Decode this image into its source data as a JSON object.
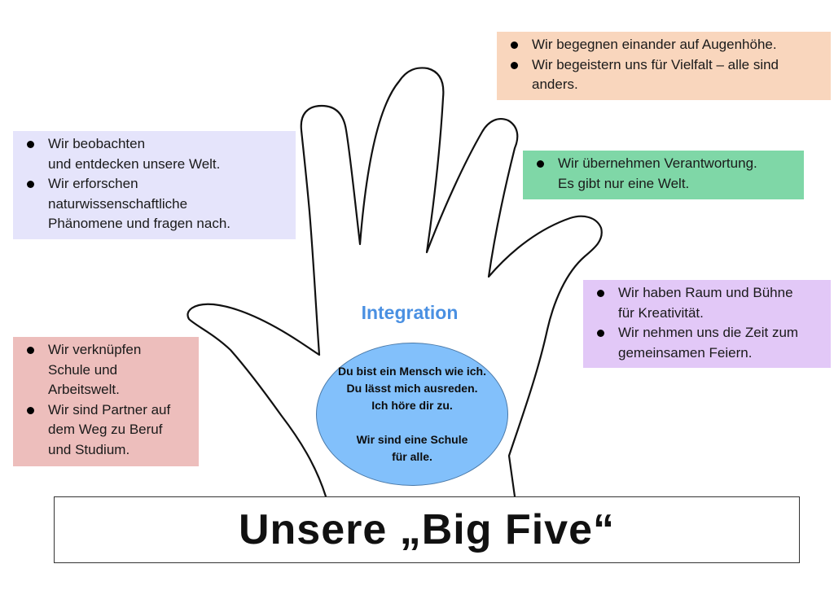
{
  "hand": {
    "center_title": "Integration",
    "center_lines": [
      "Du bist ein Mensch wie ich.",
      "Du lässt mich ausreden.",
      "Ich höre dir zu."
    ],
    "center_closing": [
      "Wir sind eine Schule",
      "für alle."
    ]
  },
  "boxes": {
    "top_right": {
      "color": "#f9d6bd",
      "items": [
        [
          "Wir begegnen einander auf Augenhöhe."
        ],
        [
          "Wir begeistern uns für Vielfalt – alle sind",
          "anders."
        ]
      ]
    },
    "left_top": {
      "color": "#e5e4fb",
      "items": [
        [
          "Wir beobachten",
          "und entdecken unsere Welt."
        ],
        [
          "Wir erforschen",
          "naturwissenschaftliche",
          "Phänomene und fragen nach."
        ]
      ]
    },
    "green": {
      "color": "#7fd7a7",
      "items": [
        [
          "Wir übernehmen Verantwortung.",
          "Es gibt nur eine Welt."
        ]
      ]
    },
    "purple": {
      "color": "#e2c8f7",
      "items": [
        [
          "Wir haben Raum und Bühne",
          "für Kreativität."
        ],
        [
          "Wir nehmen uns die Zeit zum",
          "gemeinsamen Feiern."
        ]
      ]
    },
    "pink": {
      "color": "#edbebc",
      "items": [
        [
          "Wir verknüpfen",
          "Schule und",
          "Arbeitswelt."
        ],
        [
          "Wir sind Partner auf",
          "dem Weg zu Beruf",
          "und Studium."
        ]
      ]
    }
  },
  "footer": {
    "title": "Unsere „Big Five“"
  }
}
